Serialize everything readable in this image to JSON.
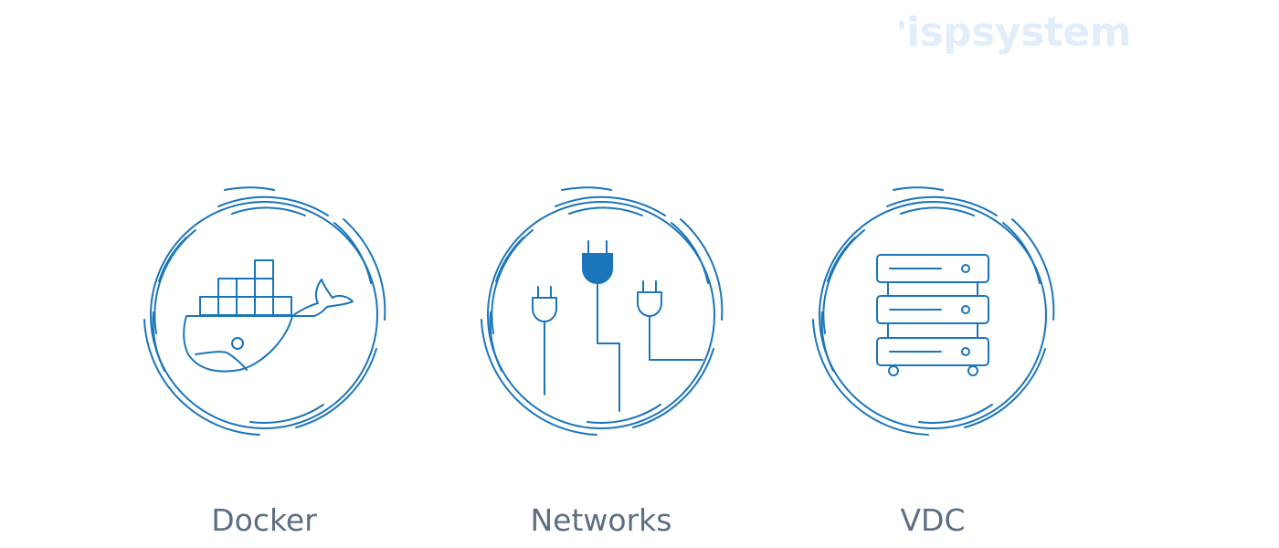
{
  "brand": {
    "logo_text": "ispsystem",
    "logo_color": "#e1eefa"
  },
  "colors": {
    "icon_stroke": "#1a75bb",
    "label_text": "#5d6d82"
  },
  "features": [
    {
      "label": "Docker",
      "icon": "docker-whale-icon"
    },
    {
      "label": "Networks",
      "icon": "network-plugs-icon"
    },
    {
      "label": "VDC",
      "icon": "server-rack-icon"
    }
  ]
}
